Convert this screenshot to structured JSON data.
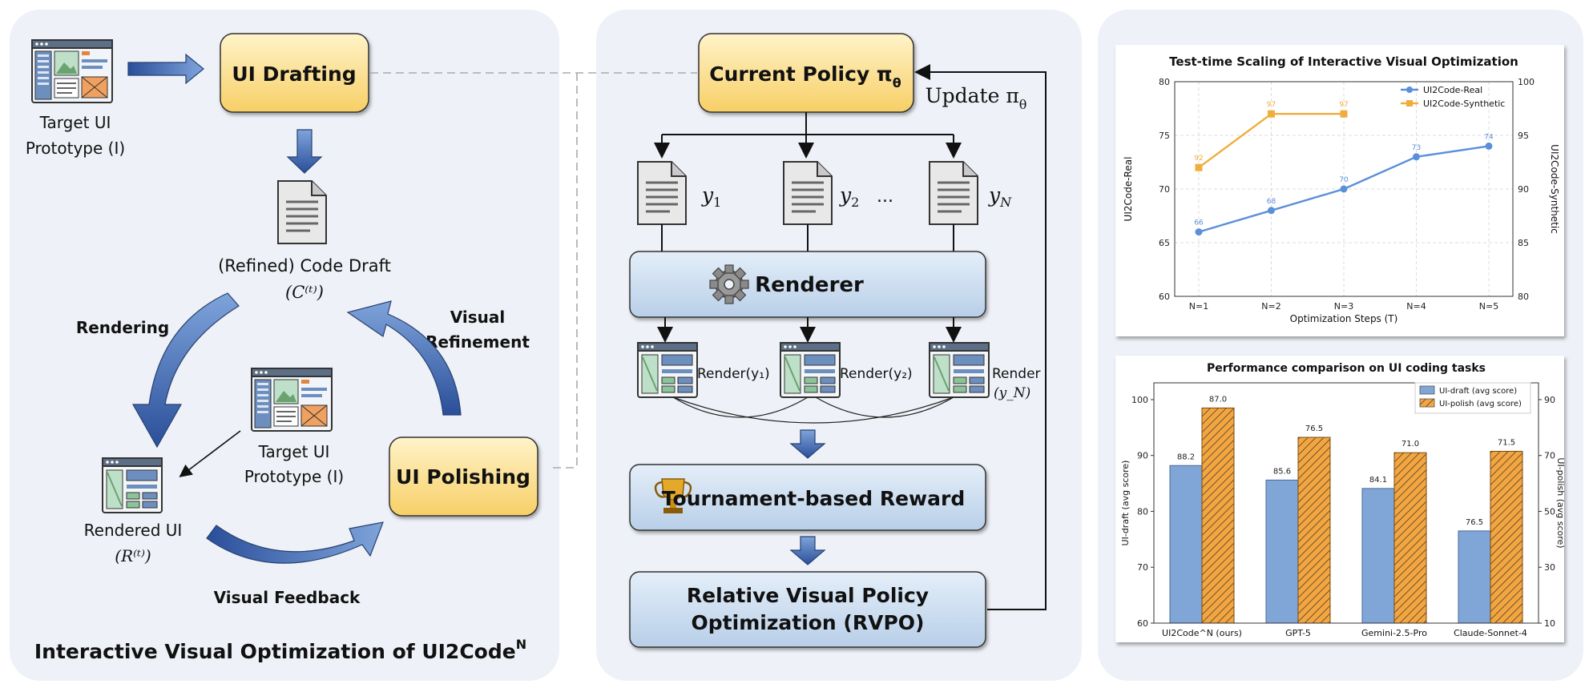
{
  "left_panel": {
    "target_label_1": "Target UI",
    "target_label_2": "Prototype (I)",
    "ui_drafting": "UI Drafting",
    "code_draft_label": "(Refined) Code Draft",
    "code_draft_symbol": "(C⁽ᵗ⁾)",
    "rendering": "Rendering",
    "visual_refinement_1": "Visual",
    "visual_refinement_2": "Refinement",
    "center_target_1": "Target UI",
    "center_target_2": "Prototype (I)",
    "ui_polishing": "UI Polishing",
    "rendered_ui_1": "Rendered UI",
    "rendered_ui_2": "(R⁽ᵗ⁾)",
    "visual_feedback": "Visual Feedback",
    "caption_main": "Interactive Visual Optimization of UI2Code",
    "caption_sup": "N"
  },
  "middle_panel": {
    "current_policy": "Current Policy π",
    "current_policy_sub": "θ",
    "update_label": "Update π",
    "update_sub": "θ",
    "y1": "y",
    "y1_sub": "1",
    "y2": "y",
    "y2_sub": "2",
    "yn": "y",
    "yn_sub": "N",
    "dots": "...",
    "renderer": "Renderer",
    "render1": "Render(y₁)",
    "render2": "Render(y₂)",
    "render3a": "Render",
    "render3b": "(y_N)",
    "tournament": "Tournament-based Reward",
    "rvpo_1": "Relative Visual Policy",
    "rvpo_2": "Optimization  (RVPO)"
  },
  "chart_data": [
    {
      "type": "line",
      "title": "Test-time Scaling of Interactive Visual Optimization",
      "xlabel": "Optimization Steps (T)",
      "ylabel": "UI2Code-Real",
      "y2label": "UI2Code-Synthetic",
      "categories": [
        "N=1",
        "N=2",
        "N=3",
        "N=4",
        "N=5"
      ],
      "ylim": [
        60,
        80
      ],
      "y2lim": [
        80,
        100
      ],
      "yticks": [
        "60",
        "65",
        "70",
        "75",
        "80"
      ],
      "y2ticks": [
        "80",
        "85",
        "90",
        "95",
        "100"
      ],
      "grid": true,
      "legend": "top-right",
      "series": [
        {
          "name": "UI2Code-Real",
          "axis": "left",
          "values": [
            66,
            68,
            70,
            73,
            74
          ],
          "labels": [
            "66",
            "68",
            "70",
            "73",
            "74"
          ],
          "color": "#5b8fd9",
          "marker": "circle"
        },
        {
          "name": "UI2Code-Synthetic",
          "axis": "right",
          "values": [
            92,
            97,
            97
          ],
          "labels": [
            "92",
            "97",
            "97"
          ],
          "color": "#f0ad3c",
          "marker": "square"
        }
      ]
    },
    {
      "type": "bar",
      "title": "Performance comparison on UI coding tasks",
      "xlabel": "",
      "ylabel": "UI-draft (avg score)",
      "y2label": "UI-polish (avg score)",
      "categories": [
        "UI2Code^N (ours)",
        "GPT-5",
        "Gemini-2.5-Pro",
        "Claude-Sonnet-4"
      ],
      "ylim": [
        60,
        103
      ],
      "y2lim": [
        10,
        96
      ],
      "yticks": [
        "60",
        "70",
        "80",
        "90",
        "100"
      ],
      "y2ticks": [
        "10",
        "30",
        "50",
        "70",
        "90"
      ],
      "legend": "top-right",
      "series": [
        {
          "name": "UI-draft (avg score)",
          "axis": "left",
          "values": [
            88.2,
            85.6,
            84.1,
            76.5
          ],
          "labels": [
            "88.2",
            "85.6",
            "84.1",
            "76.5"
          ],
          "color": "#7fa6d6"
        },
        {
          "name": "UI-polish (avg score)",
          "axis": "right",
          "values": [
            87.0,
            76.5,
            71.0,
            71.5
          ],
          "labels": [
            "87.0",
            "76.5",
            "71.0",
            "71.5"
          ],
          "color": "#f3a53f"
        }
      ]
    }
  ]
}
